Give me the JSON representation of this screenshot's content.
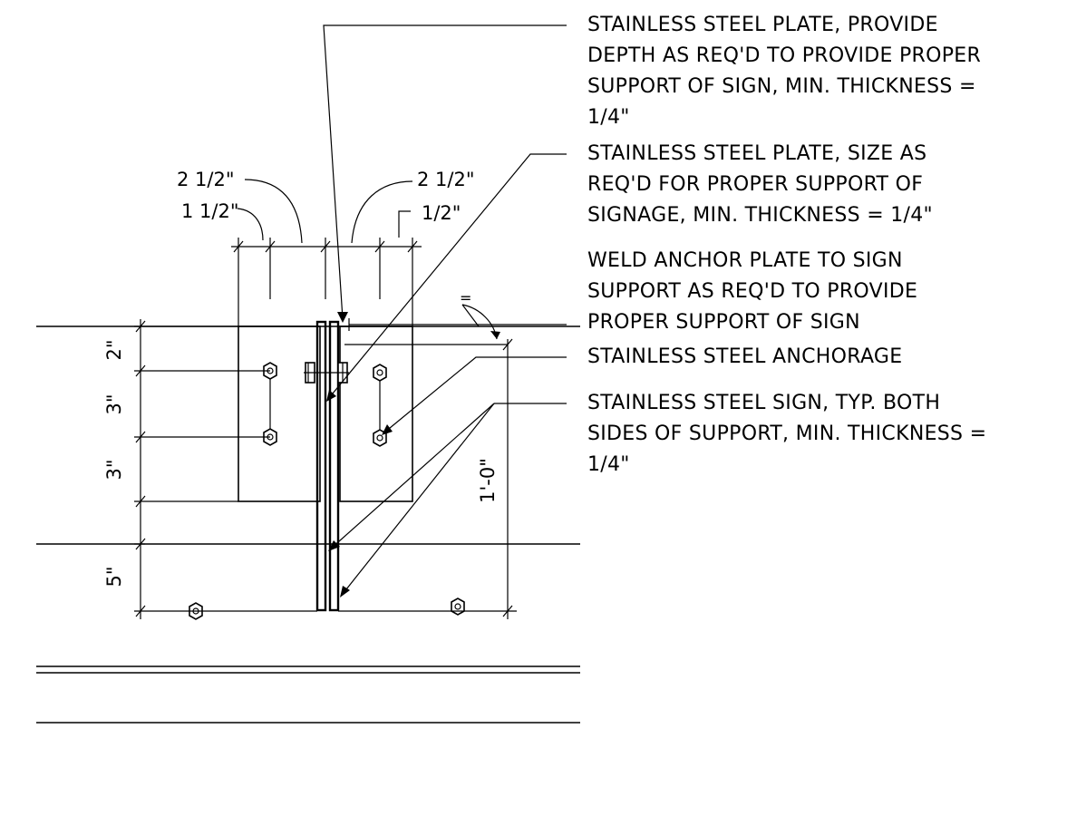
{
  "notes": [
    {
      "lines": [
        "STAINLESS STEEL PLATE, PROVIDE",
        "DEPTH AS REQ'D TO PROVIDE PROPER",
        "SUPPORT OF SIGN, MIN. THICKNESS =",
        "1/4\""
      ]
    },
    {
      "lines": [
        "STAINLESS STEEL PLATE, SIZE AS",
        "REQ'D FOR PROPER SUPPORT OF",
        "SIGNAGE, MIN. THICKNESS = 1/4\""
      ]
    },
    {
      "lines": [
        "WELD ANCHOR PLATE TO SIGN",
        "SUPPORT AS REQ'D TO PROVIDE",
        "PROPER SUPPORT OF SIGN"
      ]
    },
    {
      "lines": [
        "STAINLESS STEEL ANCHORAGE"
      ]
    },
    {
      "lines": [
        "STAINLESS STEEL SIGN, TYP. BOTH",
        "SIDES OF SUPPORT, MIN. THICKNESS =",
        "1/4\""
      ]
    }
  ],
  "dimensions": {
    "top_left_outer": "2 1/2\"",
    "top_left_inner": "1 1/2\"",
    "top_right_outer": "2 1/2\"",
    "top_right_inner": "1/2\"",
    "left_1": "2\"",
    "left_2": "3\"",
    "left_3": "3\"",
    "left_4": "5\"",
    "right_height": "1'-0\"",
    "weld_symbol": "="
  }
}
